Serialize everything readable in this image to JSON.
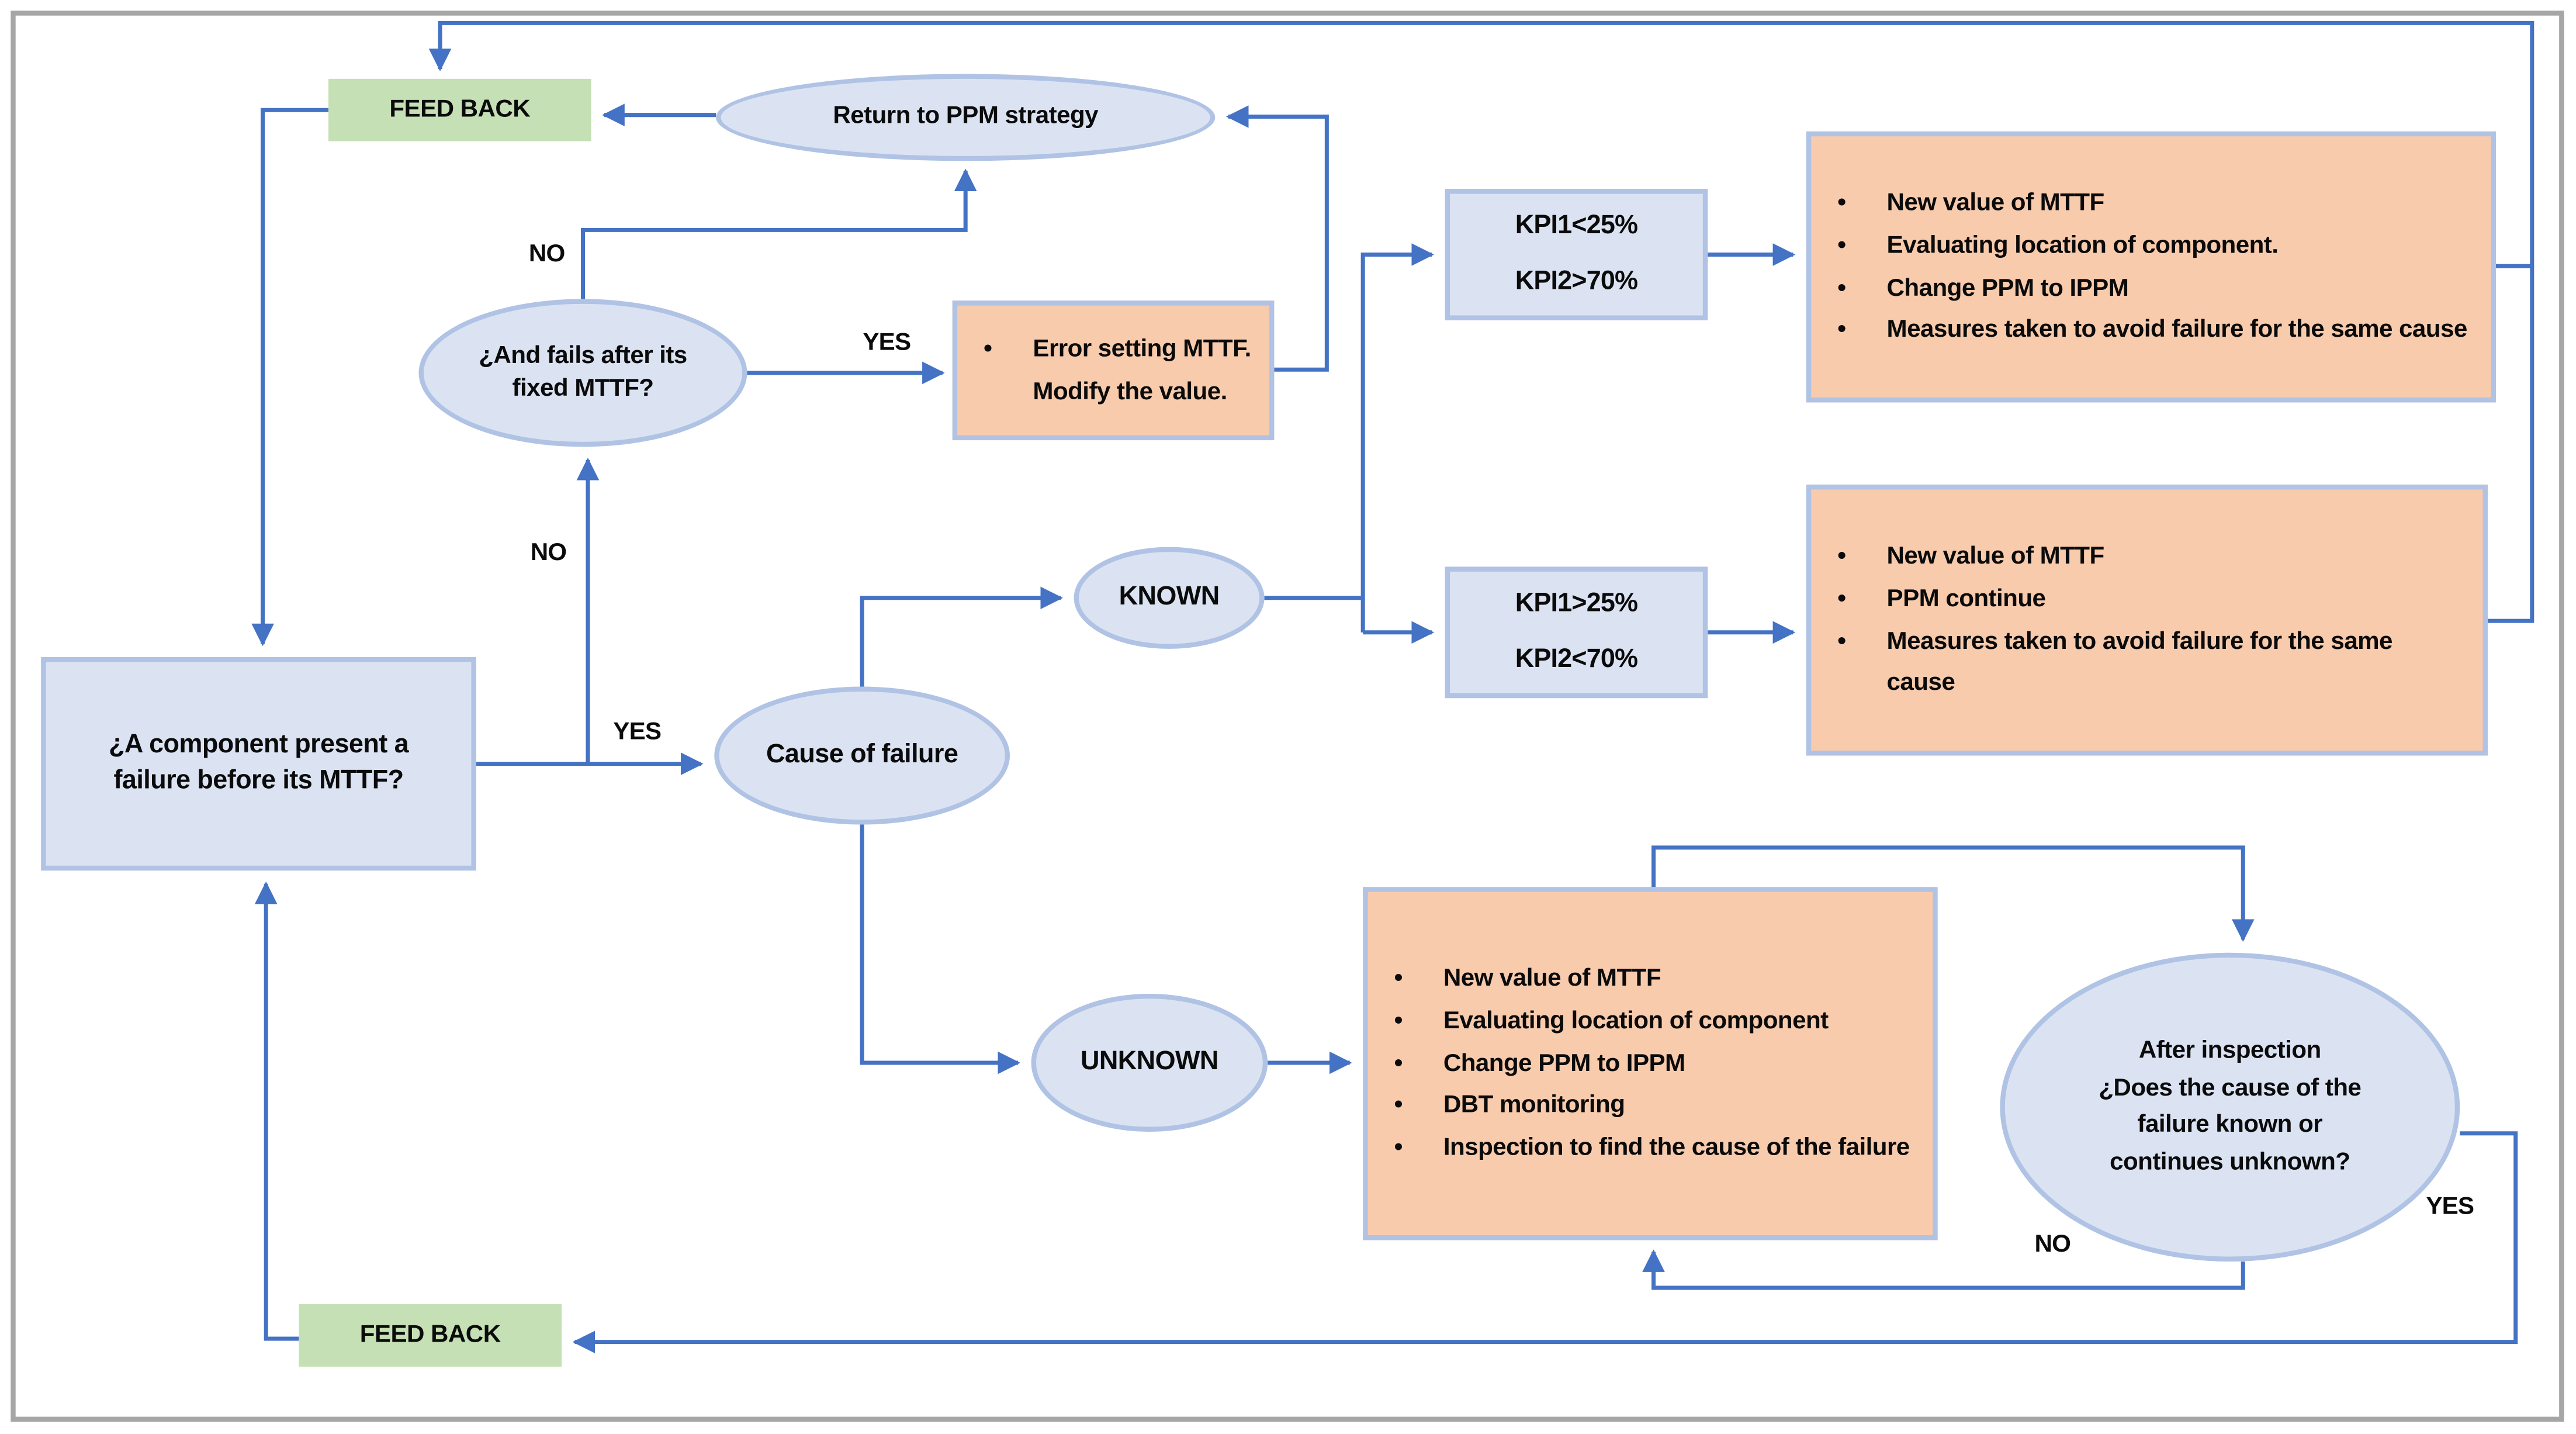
{
  "diagram": {
    "bullet": "•",
    "colors": {
      "arrow_blue": "#4472C4",
      "node_fill_blue": "#DBE3F3",
      "node_border_blue": "#B0C3E4",
      "outcome_fill_orange": "#F8CBAD",
      "feedback_fill_green": "#C5E0B4",
      "frame_gray": "#A6A6A6",
      "text": "#0B0B0B"
    },
    "nodes": {
      "feedback_top": {
        "label": "FEED BACK"
      },
      "return_ppm": {
        "label": "Return to PPM strategy"
      },
      "and_fails": {
        "lines": [
          "¿And fails after its",
          "fixed MTTF?"
        ]
      },
      "error_box": {
        "items": [
          "Error setting MTTF. Modify the value."
        ]
      },
      "kpi_low": {
        "lines": [
          "KPI1<25%",
          "KPI2>70%"
        ]
      },
      "outcome_ippm": {
        "items": [
          "New value of MTTF",
          "Evaluating location of component.",
          "Change PPM to IPPM",
          "Measures taken to avoid failure for the same cause"
        ]
      },
      "known": {
        "label": "KNOWN"
      },
      "kpi_high": {
        "lines": [
          "KPI1>25%",
          "KPI2<70%"
        ]
      },
      "outcome_ppm": {
        "items": [
          "New value of MTTF",
          "PPM continue",
          "Measures taken to avoid failure for the same cause"
        ]
      },
      "main_question": {
        "lines": [
          "¿A component present a",
          "failure before its MTTF?"
        ]
      },
      "cause": {
        "label": "Cause of  failure"
      },
      "unknown": {
        "label": "UNKNOWN"
      },
      "outcome_unknown": {
        "items": [
          "New value of MTTF",
          "Evaluating location of component",
          "Change PPM to IPPM",
          "DBT monitoring",
          "Inspection to find the cause of the failure"
        ]
      },
      "after_inspection": {
        "lines": [
          "After inspection",
          "¿Does the cause of the",
          "failure known or",
          "continues unknown?"
        ]
      },
      "feedback_bottom": {
        "label": "FEED BACK"
      }
    },
    "edge_labels": {
      "no_top": "NO",
      "yes_top": "YES",
      "no_mid": "NO",
      "yes_mid": "YES",
      "no_bottom": "NO",
      "yes_bottom": "YES"
    }
  }
}
